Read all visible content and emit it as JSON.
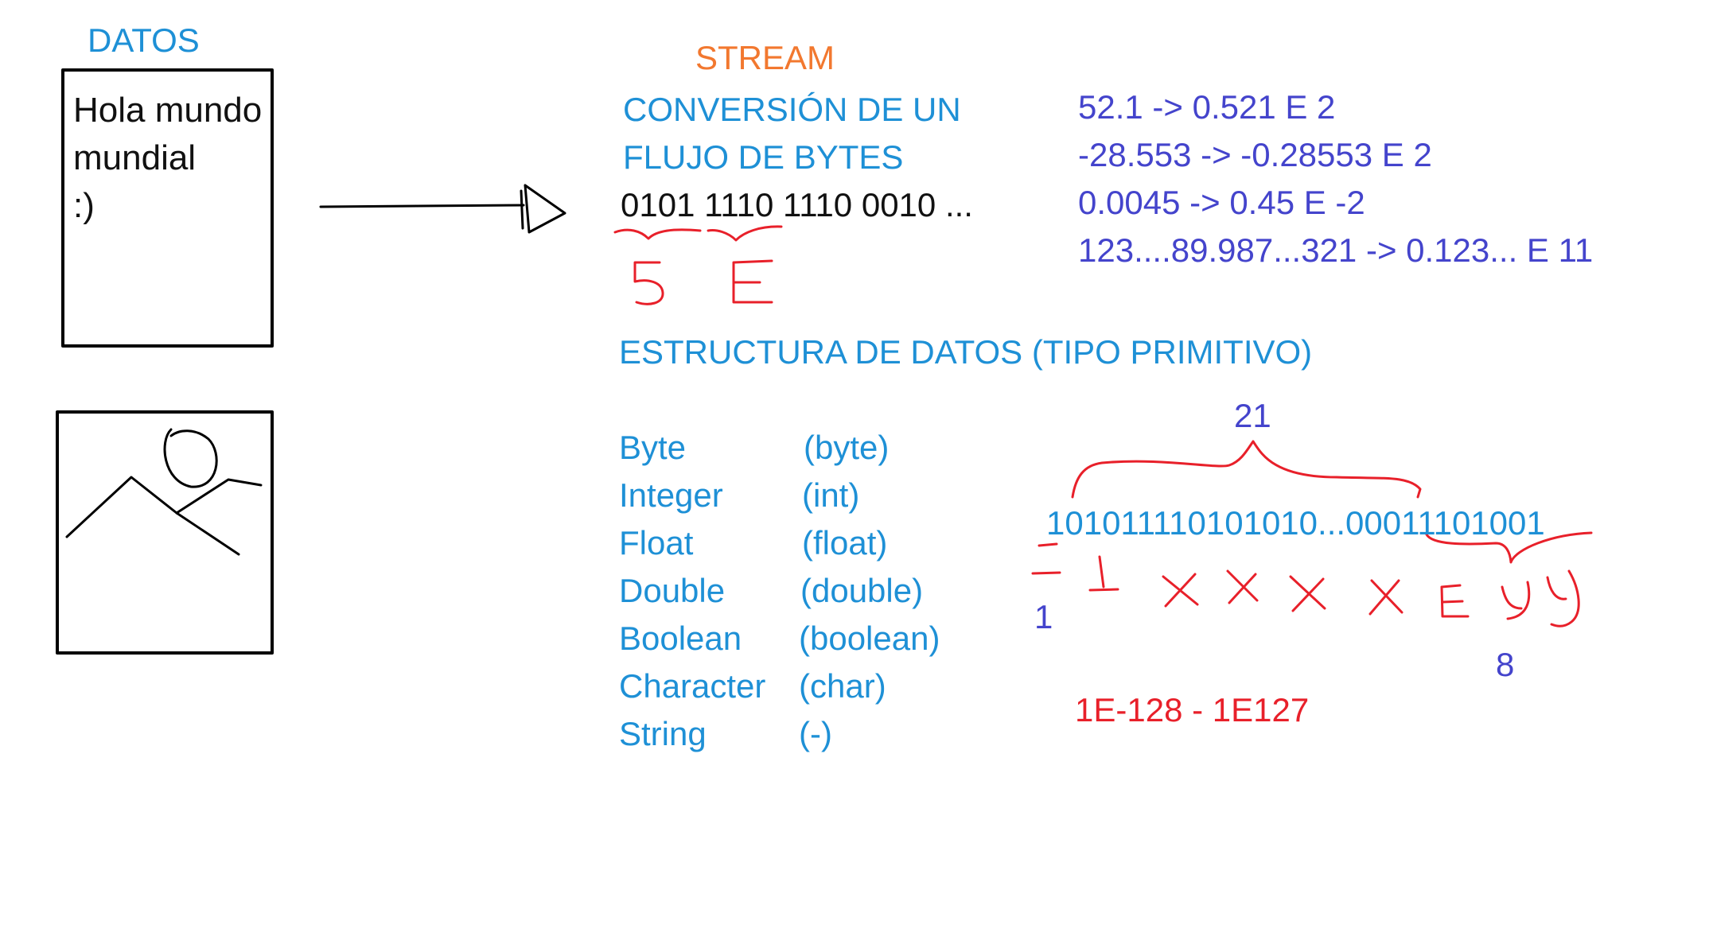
{
  "datos_label": "DATOS",
  "text_box": {
    "lines": [
      "Hola mundo",
      "mundial",
      ":)"
    ]
  },
  "stream": {
    "title": "STREAM",
    "subtitle_line1": "CONVERSIÓN DE UN",
    "subtitle_line2": "FLUJO DE BYTES",
    "bits": "0101 1110 1110 0010 ...",
    "hex_five": "5",
    "hex_e": "E"
  },
  "examples": [
    "52.1 -> 0.521 E 2",
    "-28.553 -> -0.28553 E 2",
    "0.0045  ->  0.45 E -2",
    "123....89.987...321 -> 0.123... E 11"
  ],
  "structures": {
    "heading": "ESTRUCTURA DE DATOS (TIPO PRIMITIVO)",
    "rows": [
      {
        "name": "Byte",
        "type": "(byte)"
      },
      {
        "name": "Integer",
        "type": "(int)"
      },
      {
        "name": "Float",
        "type": "(float)"
      },
      {
        "name": "Double",
        "type": "(double)"
      },
      {
        "name": "Boolean",
        "type": "(boolean)"
      },
      {
        "name": "Character",
        "type": "(char)"
      },
      {
        "name": "String",
        "type": "(-)"
      }
    ]
  },
  "float_layout": {
    "bit_string": "101011110101010...00011101001",
    "mantissa_bits": "21",
    "sign_bits": "1",
    "exponent_bits": "8",
    "range": "1E-128 - 1E127"
  },
  "colors": {
    "cyan": "#1e90d6",
    "orange": "#f2782f",
    "blue": "#4444cc",
    "red": "#e8202a",
    "black": "#111111"
  }
}
